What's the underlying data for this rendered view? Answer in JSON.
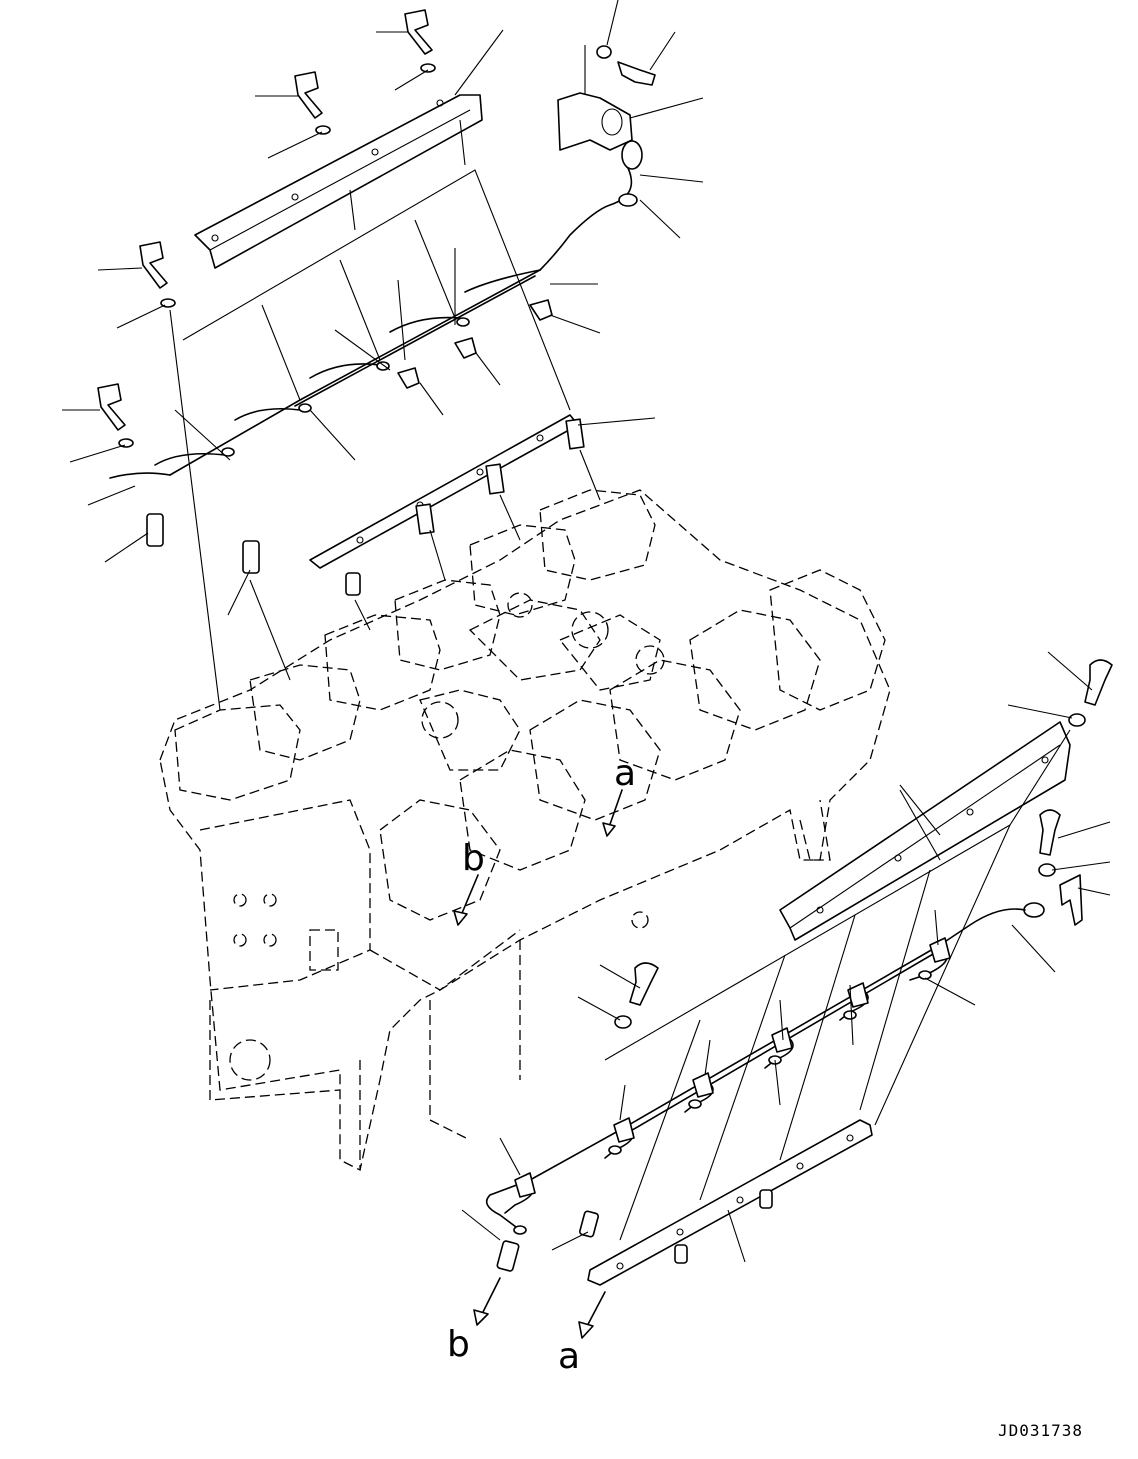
{
  "diagram": {
    "labels": {
      "a_upper": "a",
      "b_upper": "b",
      "a_lower": "a",
      "b_lower": "b"
    },
    "drawing_code": "JD031738"
  }
}
